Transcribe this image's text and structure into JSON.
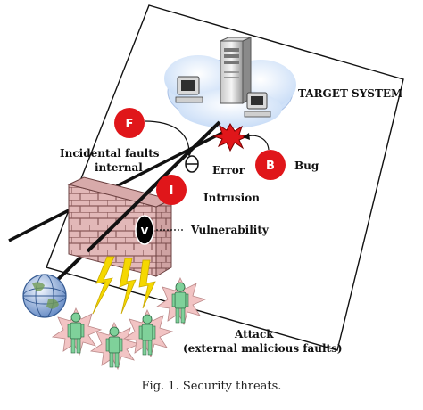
{
  "figure": {
    "caption": "Fig. 1. Security threats."
  },
  "labels": {
    "target_system": "TARGET SYSTEM",
    "incidental_faults_line1": "Incidental faults",
    "incidental_faults_line2": "internal",
    "error": "Error",
    "bug": "Bug",
    "intrusion": "Intrusion",
    "vulnerability": "Vulnerability",
    "attack_line1": "Attack",
    "attack_line2": "(external malicious faults)"
  },
  "markers": {
    "fault": "F",
    "bug": "B",
    "intrusion": "I",
    "vulnerability": "V"
  },
  "colors": {
    "marker_red": "#e0161a",
    "firewall_brick": "#e2b8b8",
    "firewall_mortar": "#8a5a5a",
    "lightning": "#f5d800",
    "attacker": "#7fd19a",
    "attacker_burst": "#f2c4c4",
    "cloud": "#d8e7fb",
    "plane_outline": "#111111"
  },
  "icons": {
    "server": "server-icon",
    "workstation": "computer-icon",
    "globe": "globe-icon",
    "attacker": "person-icon",
    "explosion": "explosion-icon",
    "lightning": "lightning-icon",
    "firewall": "firewall-icon"
  }
}
